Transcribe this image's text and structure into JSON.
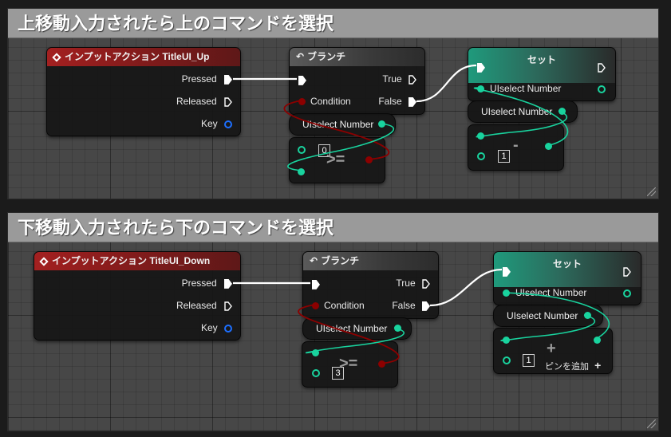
{
  "comments": [
    {
      "title": "上移動入力されたら上のコマンドを選択"
    },
    {
      "title": "下移動入力されたら下のコマンドを選択"
    }
  ],
  "top": {
    "event": {
      "title": "インプットアクション TitleUI_Up",
      "pressed": "Pressed",
      "released": "Released",
      "key": "Key"
    },
    "branch": {
      "title": "ブランチ",
      "true_label": "True",
      "condition": "Condition",
      "false_label": "False"
    },
    "get_var": {
      "label": "UIselect Number"
    },
    "compare": {
      "value": "0",
      "op": ">="
    },
    "set": {
      "title": "セット",
      "var": "UIselect Number"
    },
    "get_var2": {
      "label": "UIselect Number"
    },
    "math": {
      "value": "1",
      "op": "-"
    }
  },
  "bottom": {
    "event": {
      "title": "インプットアクション TitleUI_Down",
      "pressed": "Pressed",
      "released": "Released",
      "key": "Key"
    },
    "branch": {
      "title": "ブランチ",
      "true_label": "True",
      "condition": "Condition",
      "false_label": "False"
    },
    "get_var": {
      "label": "UIselect Number"
    },
    "compare": {
      "value": "3",
      "op": ">="
    },
    "set": {
      "title": "セット",
      "var": "UIselect Number"
    },
    "get_var2": {
      "label": "UIselect Number"
    },
    "math": {
      "value": "1",
      "op": "+",
      "add_pin": "ピンを追加"
    }
  },
  "colors": {
    "exec": "#ffffff",
    "float_pin": "#19d39e",
    "bool_pin": "#8c0000",
    "key_pin": "#1d6fff",
    "event_header": "#a32020",
    "set_header": "#1f9a7c"
  }
}
